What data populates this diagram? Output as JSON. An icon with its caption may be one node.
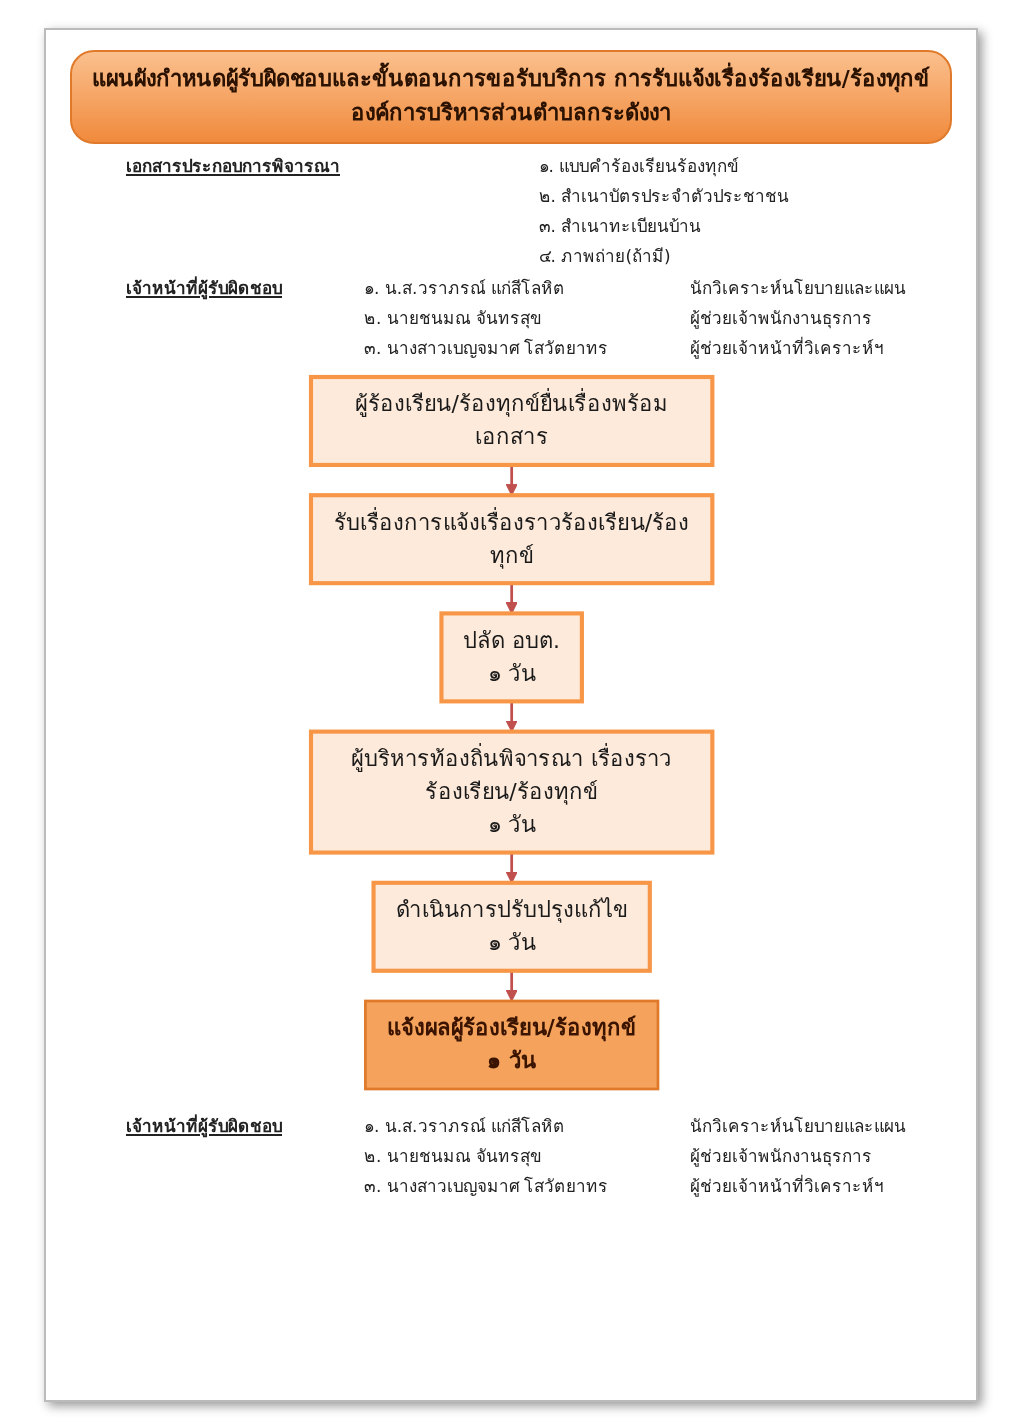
{
  "diagram": {
    "title": "แผนผังกำหนดผู้รับผิดชอบและขั้นตอนการขอรับบริการ การรับแจ้งเรื่องร้องเรียน/ร้องทุกข์ องค์การบริหารส่วนตำบลกระดังงา",
    "nodes": [
      {
        "text": [
          "ผู้ร้องเรียน/ร้องทุกข์ยื่นเรื่องพร้อมเอกสาร"
        ]
      },
      {
        "text": [
          "รับเรื่องการแจ้งเรื่องราวร้องเรียน/ร้องทุกข์"
        ]
      },
      {
        "text": [
          "ปลัด อบต.",
          "๑ วัน"
        ]
      },
      {
        "text": [
          "ผู้บริหารท้องถิ่นพิจารณา เรื่องราวร้องเรียน/ร้องทุกข์",
          "๑ วัน"
        ]
      },
      {
        "text": [
          "ดำเนินการปรับปรุงแก้ไข",
          "๑ วัน"
        ]
      },
      {
        "text": [
          "แจ้งผลผู้ร้องเรียน/ร้องทุกข์",
          "๑ วัน"
        ]
      }
    ],
    "edges": [
      {
        "from": 0,
        "to": 1,
        "arrow": "to"
      },
      {
        "from": 1,
        "to": 2,
        "arrow": "to"
      },
      {
        "from": 2,
        "to": 3,
        "arrow": "to"
      },
      {
        "from": 3,
        "to": 4,
        "arrow": "to"
      },
      {
        "from": 4,
        "to": 5,
        "arrow": "to"
      }
    ],
    "labels": [
      "เอกสารประกอบการพิจารณา",
      "๑. แบบคำร้องเรียนร้องทุกข์",
      "๒. สำเนาบัตรประจำตัวประชาชน",
      "๓. สำเนาทะเบียนบ้าน",
      "๔. ภาพถ่าย(ถ้ามี)",
      "เจ้าหน้าที่ผู้รับผิดชอบ",
      "๑. น.ส.วราภรณ์ แก่สีโลหิต",
      "นักวิเคราะห์นโยบายและแผน",
      "๒. นายชนมณ จันทรสุข",
      "ผู้ช่วยเจ้าพนักงานธุรการ",
      "๓. นางสาวเบญจมาศ โสวัตยาทร",
      "ผู้ช่วยเจ้าหน้าที่วิเคราะห์ฯ",
      "เจ้าหน้าที่ผู้รับผิดชอบ",
      "๑. น.ส.วราภรณ์ แก่สีโลหิต",
      "นักวิเคราะห์นโยบายและแผน",
      "๒. นายชนมณ จันทรสุข",
      "ผู้ช่วยเจ้าพนักงานธุรการ",
      "๓. นางสาวเบญจมาศ โสวัตยาทร",
      "ผู้ช่วยเจ้าหน้าที่วิเคราะห์ฯ"
    ]
  }
}
